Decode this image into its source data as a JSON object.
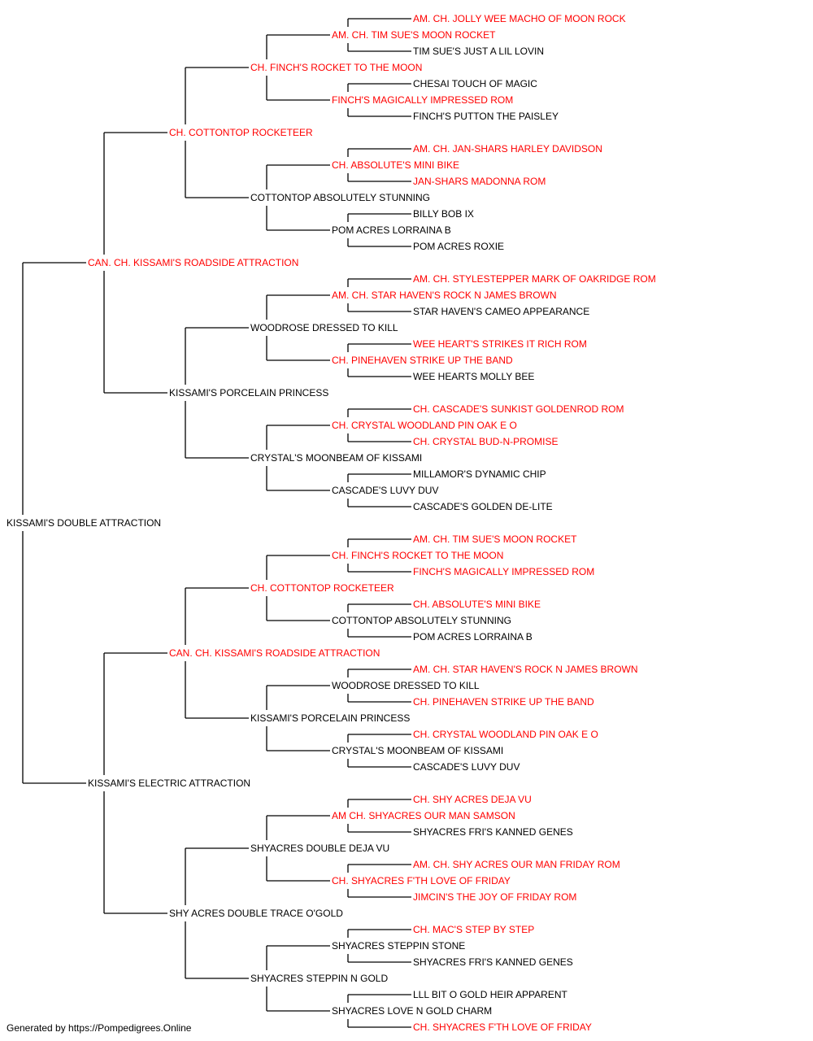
{
  "colors": {
    "champion": "#ff0000",
    "regular": "#000000",
    "line": "#000000"
  },
  "pedigree": {
    "name": "KISSAMI'S DOUBLE ATTRACTION",
    "champion": false,
    "sire": {
      "name": "CAN. CH. KISSAMI'S ROADSIDE ATTRACTION",
      "champion": true,
      "sire": {
        "name": "CH. COTTONTOP ROCKETEER",
        "champion": true,
        "sire": {
          "name": "CH. FINCH'S ROCKET TO THE MOON",
          "champion": true,
          "sire": {
            "name": "AM. CH. TIM SUE'S MOON ROCKET",
            "champion": true,
            "sire": {
              "name": "AM. CH. JOLLY WEE MACHO OF MOON ROCK",
              "champion": true
            },
            "dam": {
              "name": "TIM SUE'S JUST A LIL LOVIN",
              "champion": false
            }
          },
          "dam": {
            "name": "FINCH'S MAGICALLY IMPRESSED ROM",
            "champion": true,
            "sire": {
              "name": "CHESAI TOUCH OF MAGIC",
              "champion": false
            },
            "dam": {
              "name": "FINCH'S PUTTON THE PAISLEY",
              "champion": false
            }
          }
        },
        "dam": {
          "name": "COTTONTOP ABSOLUTELY STUNNING",
          "champion": false,
          "sire": {
            "name": "CH. ABSOLUTE'S MINI BIKE",
            "champion": true,
            "sire": {
              "name": "AM. CH. JAN-SHARS HARLEY DAVIDSON",
              "champion": true
            },
            "dam": {
              "name": "JAN-SHARS MADONNA ROM",
              "champion": true
            }
          },
          "dam": {
            "name": "POM ACRES LORRAINA B",
            "champion": false,
            "sire": {
              "name": "BILLY BOB IX",
              "champion": false
            },
            "dam": {
              "name": "POM ACRES ROXIE",
              "champion": false
            }
          }
        }
      },
      "dam": {
        "name": "KISSAMI'S PORCELAIN PRINCESS",
        "champion": false,
        "sire": {
          "name": "WOODROSE DRESSED TO KILL",
          "champion": false,
          "sire": {
            "name": "AM. CH. STAR HAVEN'S ROCK N JAMES BROWN",
            "champion": true,
            "sire": {
              "name": "AM. CH. STYLESTEPPER MARK OF OAKRIDGE ROM",
              "champion": true
            },
            "dam": {
              "name": "STAR HAVEN'S CAMEO APPEARANCE",
              "champion": false
            }
          },
          "dam": {
            "name": "CH. PINEHAVEN STRIKE UP THE BAND",
            "champion": true,
            "sire": {
              "name": "WEE HEART'S STRIKES IT RICH ROM",
              "champion": true
            },
            "dam": {
              "name": "WEE HEARTS MOLLY BEE",
              "champion": false
            }
          }
        },
        "dam": {
          "name": "CRYSTAL'S MOONBEAM OF KISSAMI",
          "champion": false,
          "sire": {
            "name": "CH. CRYSTAL WOODLAND PIN OAK E O",
            "champion": true,
            "sire": {
              "name": "CH. CASCADE'S SUNKIST GOLDENROD ROM",
              "champion": true
            },
            "dam": {
              "name": "CH. CRYSTAL BUD-N-PROMISE",
              "champion": true
            }
          },
          "dam": {
            "name": "CASCADE'S LUVY DUV",
            "champion": false,
            "sire": {
              "name": "MILLAMOR'S DYNAMIC CHIP",
              "champion": false
            },
            "dam": {
              "name": "CASCADE'S GOLDEN DE-LITE",
              "champion": false
            }
          }
        }
      }
    },
    "dam": {
      "name": "KISSAMI'S ELECTRIC ATTRACTION",
      "champion": false,
      "sire": {
        "name": "CAN. CH. KISSAMI'S ROADSIDE ATTRACTION",
        "champion": true,
        "sire": {
          "name": "CH. COTTONTOP ROCKETEER",
          "champion": true,
          "sire": {
            "name": "CH. FINCH'S ROCKET TO THE MOON",
            "champion": true,
            "sire": {
              "name": "AM. CH. TIM SUE'S MOON ROCKET",
              "champion": true
            },
            "dam": {
              "name": "FINCH'S MAGICALLY IMPRESSED ROM",
              "champion": true
            }
          },
          "dam": {
            "name": "COTTONTOP ABSOLUTELY STUNNING",
            "champion": false,
            "sire": {
              "name": "CH. ABSOLUTE'S MINI BIKE",
              "champion": true
            },
            "dam": {
              "name": "POM ACRES LORRAINA B",
              "champion": false
            }
          }
        },
        "dam": {
          "name": "KISSAMI'S PORCELAIN PRINCESS",
          "champion": false,
          "sire": {
            "name": "WOODROSE DRESSED TO KILL",
            "champion": false,
            "sire": {
              "name": "AM. CH. STAR HAVEN'S ROCK N JAMES BROWN",
              "champion": true
            },
            "dam": {
              "name": "CH. PINEHAVEN STRIKE UP THE BAND",
              "champion": true
            }
          },
          "dam": {
            "name": "CRYSTAL'S MOONBEAM OF KISSAMI",
            "champion": false,
            "sire": {
              "name": "CH. CRYSTAL WOODLAND PIN OAK E O",
              "champion": true
            },
            "dam": {
              "name": "CASCADE'S LUVY DUV",
              "champion": false
            }
          }
        }
      },
      "dam": {
        "name": "SHY ACRES DOUBLE TRACE O'GOLD",
        "champion": false,
        "sire": {
          "name": "SHYACRES DOUBLE DEJA VU",
          "champion": false,
          "sire": {
            "name": "AM CH. SHYACRES OUR MAN SAMSON",
            "champion": true,
            "sire": {
              "name": "CH. SHY ACRES DEJA VU",
              "champion": true
            },
            "dam": {
              "name": "SHYACRES FRI'S KANNED GENES",
              "champion": false
            }
          },
          "dam": {
            "name": "CH. SHYACRES F'TH LOVE OF FRIDAY",
            "champion": true,
            "sire": {
              "name": "AM. CH. SHY ACRES OUR MAN FRIDAY ROM",
              "champion": true
            },
            "dam": {
              "name": "JIMCIN'S THE JOY OF FRIDAY ROM",
              "champion": true
            }
          }
        },
        "dam": {
          "name": "SHYACRES STEPPIN N GOLD",
          "champion": false,
          "sire": {
            "name": "SHYACRES STEPPIN STONE",
            "champion": false,
            "sire": {
              "name": "CH. MAC'S STEP BY STEP",
              "champion": true
            },
            "dam": {
              "name": "SHYACRES FRI'S KANNED GENES",
              "champion": false
            }
          },
          "dam": {
            "name": "SHYACRES LOVE N GOLD CHARM",
            "champion": false,
            "sire": {
              "name": "LLL BIT O GOLD HEIR APPARENT",
              "champion": false
            },
            "dam": {
              "name": "CH. SHYACRES F'TH LOVE OF FRIDAY",
              "champion": true
            }
          }
        }
      }
    }
  },
  "footer": {
    "text": "Generated by https://Pompedigrees.Online"
  }
}
